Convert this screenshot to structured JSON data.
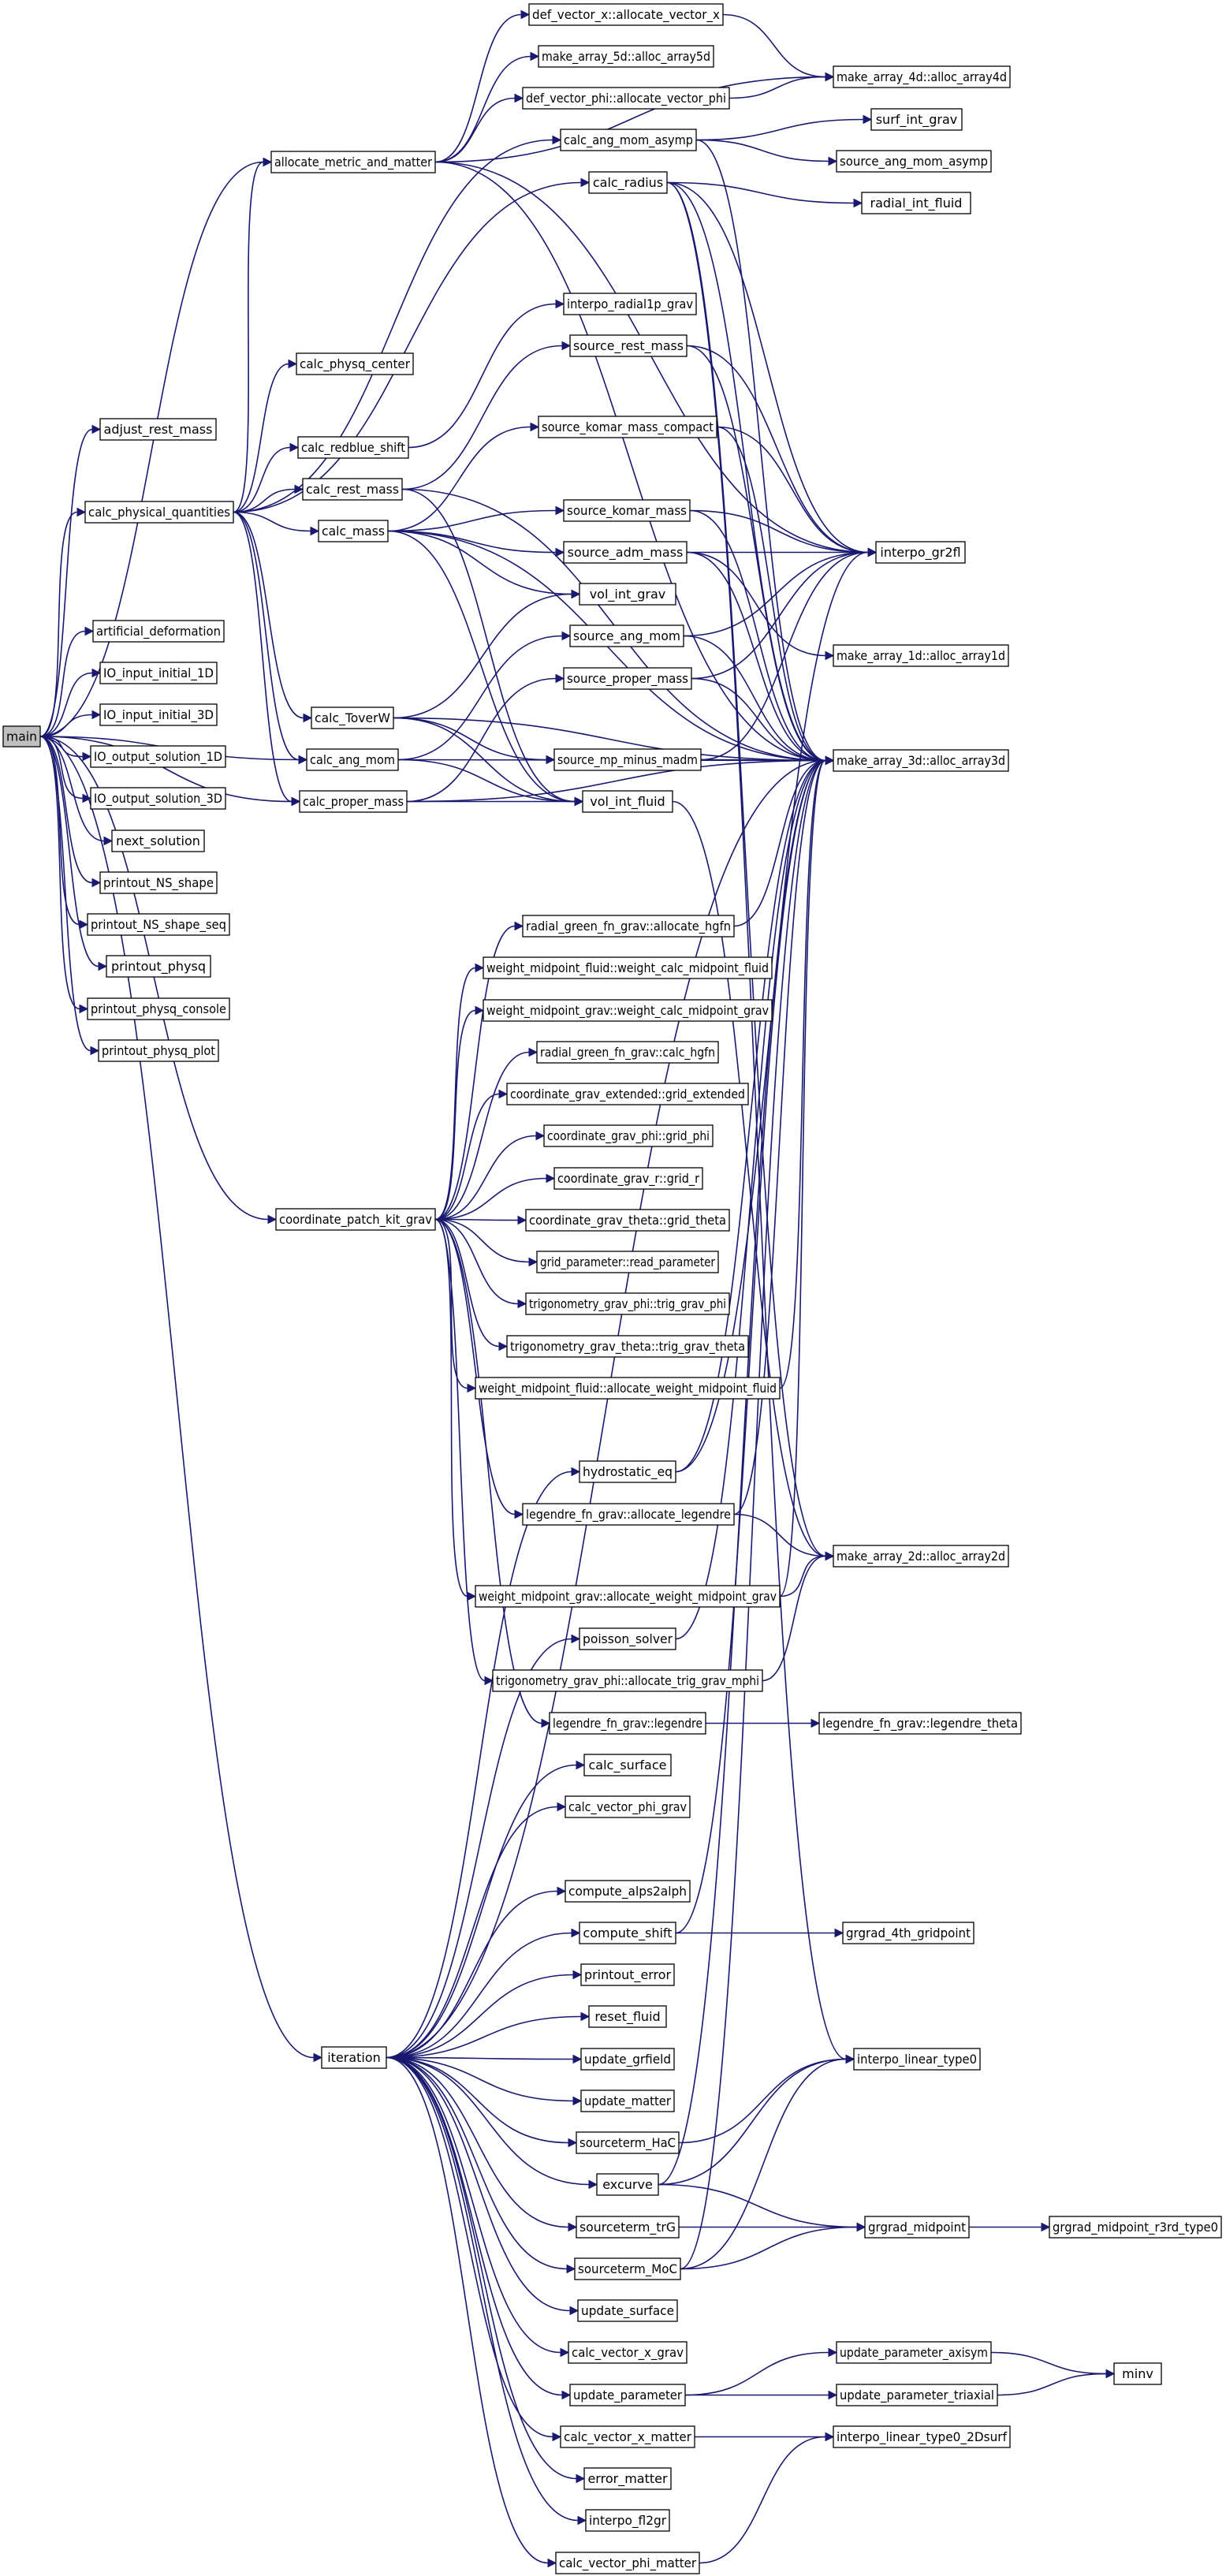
{
  "diagram": {
    "kind": "call-graph",
    "colors": {
      "edge": "#191970",
      "node_border": "#000000",
      "node_fill": "#ffffff",
      "root_fill": "#bfbfbf",
      "background": "#ffffff"
    },
    "nodes": [
      {
        "id": "main",
        "label": "main",
        "root": true
      },
      {
        "id": "adjust_rest_mass",
        "label": "adjust_rest_mass"
      },
      {
        "id": "calc_physical_quantities",
        "label": "calc_physical_quantities"
      },
      {
        "id": "artificial_deformation",
        "label": "artificial_deformation"
      },
      {
        "id": "IO_input_initial_1D",
        "label": "IO_input_initial_1D"
      },
      {
        "id": "IO_input_initial_3D",
        "label": "IO_input_initial_3D"
      },
      {
        "id": "IO_output_solution_1D",
        "label": "IO_output_solution_1D"
      },
      {
        "id": "IO_output_solution_3D",
        "label": "IO_output_solution_3D"
      },
      {
        "id": "next_solution",
        "label": "next_solution"
      },
      {
        "id": "printout_NS_shape",
        "label": "printout_NS_shape"
      },
      {
        "id": "printout_NS_shape_seq",
        "label": "printout_NS_shape_seq"
      },
      {
        "id": "printout_physq",
        "label": "printout_physq"
      },
      {
        "id": "printout_physq_console",
        "label": "printout_physq_console"
      },
      {
        "id": "printout_physq_plot",
        "label": "printout_physq_plot"
      },
      {
        "id": "allocate_metric_and_matter",
        "label": "allocate_metric_and_matter"
      },
      {
        "id": "calc_physq_center",
        "label": "calc_physq_center"
      },
      {
        "id": "calc_redblue_shift",
        "label": "calc_redblue_shift"
      },
      {
        "id": "calc_rest_mass",
        "label": "calc_rest_mass"
      },
      {
        "id": "calc_mass",
        "label": "calc_mass"
      },
      {
        "id": "calc_ToverW",
        "label": "calc_ToverW"
      },
      {
        "id": "calc_ang_mom",
        "label": "calc_ang_mom"
      },
      {
        "id": "calc_proper_mass",
        "label": "calc_proper_mass"
      },
      {
        "id": "coordinate_patch_kit_grav",
        "label": "coordinate_patch_kit_grav"
      },
      {
        "id": "iteration",
        "label": "iteration"
      },
      {
        "id": "def_vector_x",
        "label": "def_vector_x::allocate_vector_x"
      },
      {
        "id": "make_array_5d",
        "label": "make_array_5d::alloc_array5d"
      },
      {
        "id": "def_vector_phi",
        "label": "def_vector_phi::allocate_vector_phi"
      },
      {
        "id": "calc_ang_mom_asymp",
        "label": "calc_ang_mom_asymp"
      },
      {
        "id": "calc_radius",
        "label": "calc_radius"
      },
      {
        "id": "interpo_radial1p_grav",
        "label": "interpo_radial1p_grav"
      },
      {
        "id": "source_rest_mass",
        "label": "source_rest_mass"
      },
      {
        "id": "source_komar_mass_compact",
        "label": "source_komar_mass_compact"
      },
      {
        "id": "source_komar_mass",
        "label": "source_komar_mass"
      },
      {
        "id": "source_adm_mass",
        "label": "source_adm_mass"
      },
      {
        "id": "vol_int_grav",
        "label": "vol_int_grav"
      },
      {
        "id": "source_ang_mom",
        "label": "source_ang_mom"
      },
      {
        "id": "source_proper_mass",
        "label": "source_proper_mass"
      },
      {
        "id": "source_mp_minus_madm",
        "label": "source_mp_minus_madm"
      },
      {
        "id": "vol_int_fluid",
        "label": "vol_int_fluid"
      },
      {
        "id": "make_array_4d",
        "label": "make_array_4d::alloc_array4d"
      },
      {
        "id": "surf_int_grav",
        "label": "surf_int_grav"
      },
      {
        "id": "source_ang_mom_asymp",
        "label": "source_ang_mom_asymp"
      },
      {
        "id": "radial_int_fluid",
        "label": "radial_int_fluid"
      },
      {
        "id": "interpo_gr2fl",
        "label": "interpo_gr2fl"
      },
      {
        "id": "make_array_1d",
        "label": "make_array_1d::alloc_array1d"
      },
      {
        "id": "make_array_3d",
        "label": "make_array_3d::alloc_array3d"
      },
      {
        "id": "rgf_allocate_hgfn",
        "label": "radial_green_fn_grav::allocate_hgfn"
      },
      {
        "id": "wmf_calc",
        "label": "weight_midpoint_fluid::weight_calc_midpoint_fluid"
      },
      {
        "id": "wmg_calc",
        "label": "weight_midpoint_grav::weight_calc_midpoint_grav"
      },
      {
        "id": "rgf_calc_hgfn",
        "label": "radial_green_fn_grav::calc_hgfn"
      },
      {
        "id": "cge_grid",
        "label": "coordinate_grav_extended::grid_extended"
      },
      {
        "id": "cgp_grid",
        "label": "coordinate_grav_phi::grid_phi"
      },
      {
        "id": "cgr_grid",
        "label": "coordinate_grav_r::grid_r"
      },
      {
        "id": "cgt_grid",
        "label": "coordinate_grav_theta::grid_theta"
      },
      {
        "id": "grid_parameter",
        "label": "grid_parameter::read_parameter"
      },
      {
        "id": "tgp_trig",
        "label": "trigonometry_grav_phi::trig_grav_phi"
      },
      {
        "id": "tgt_trig",
        "label": "trigonometry_grav_theta::trig_grav_theta"
      },
      {
        "id": "wmf_alloc",
        "label": "weight_midpoint_fluid::allocate_weight_midpoint_fluid"
      },
      {
        "id": "hydrostatic_eq",
        "label": "hydrostatic_eq"
      },
      {
        "id": "lfg_alloc",
        "label": "legendre_fn_grav::allocate_legendre"
      },
      {
        "id": "wmg_alloc",
        "label": "weight_midpoint_grav::allocate_weight_midpoint_grav"
      },
      {
        "id": "poisson_solver",
        "label": "poisson_solver"
      },
      {
        "id": "tgp_alloc",
        "label": "trigonometry_grav_phi::allocate_trig_grav_mphi"
      },
      {
        "id": "lfg_legendre",
        "label": "legendre_fn_grav::legendre"
      },
      {
        "id": "make_array_2d",
        "label": "make_array_2d::alloc_array2d"
      },
      {
        "id": "lfg_theta",
        "label": "legendre_fn_grav::legendre_theta"
      },
      {
        "id": "calc_surface",
        "label": "calc_surface"
      },
      {
        "id": "calc_vector_phi_grav",
        "label": "calc_vector_phi_grav"
      },
      {
        "id": "compute_alps2alph",
        "label": "compute_alps2alph"
      },
      {
        "id": "compute_shift",
        "label": "compute_shift"
      },
      {
        "id": "printout_error",
        "label": "printout_error"
      },
      {
        "id": "reset_fluid",
        "label": "reset_fluid"
      },
      {
        "id": "update_grfield",
        "label": "update_grfield"
      },
      {
        "id": "update_matter",
        "label": "update_matter"
      },
      {
        "id": "sourceterm_HaC",
        "label": "sourceterm_HaC"
      },
      {
        "id": "excurve",
        "label": "excurve"
      },
      {
        "id": "sourceterm_trG",
        "label": "sourceterm_trG"
      },
      {
        "id": "sourceterm_MoC",
        "label": "sourceterm_MoC"
      },
      {
        "id": "update_surface",
        "label": "update_surface"
      },
      {
        "id": "calc_vector_x_grav",
        "label": "calc_vector_x_grav"
      },
      {
        "id": "update_parameter",
        "label": "update_parameter"
      },
      {
        "id": "calc_vector_x_matter",
        "label": "calc_vector_x_matter"
      },
      {
        "id": "error_matter",
        "label": "error_matter"
      },
      {
        "id": "interpo_fl2gr",
        "label": "interpo_fl2gr"
      },
      {
        "id": "calc_vector_phi_matter",
        "label": "calc_vector_phi_matter"
      },
      {
        "id": "grgrad_4th_gridpoint",
        "label": "grgrad_4th_gridpoint"
      },
      {
        "id": "interpo_linear_type0",
        "label": "interpo_linear_type0"
      },
      {
        "id": "grgrad_midpoint",
        "label": "grgrad_midpoint"
      },
      {
        "id": "grgrad_midpoint_r3rd_type0",
        "label": "grgrad_midpoint_r3rd_type0"
      },
      {
        "id": "update_parameter_axisym",
        "label": "update_parameter_axisym"
      },
      {
        "id": "update_parameter_triaxial",
        "label": "update_parameter_triaxial"
      },
      {
        "id": "minv",
        "label": "minv"
      },
      {
        "id": "interpo_linear_type0_2Dsurf",
        "label": "interpo_linear_type0_2Dsurf"
      }
    ],
    "edges": [
      [
        "main",
        "adjust_rest_mass"
      ],
      [
        "main",
        "calc_physical_quantities"
      ],
      [
        "main",
        "artificial_deformation"
      ],
      [
        "main",
        "IO_input_initial_1D"
      ],
      [
        "main",
        "IO_input_initial_3D"
      ],
      [
        "main",
        "IO_output_solution_1D"
      ],
      [
        "main",
        "IO_output_solution_3D"
      ],
      [
        "main",
        "next_solution"
      ],
      [
        "main",
        "printout_NS_shape"
      ],
      [
        "main",
        "printout_NS_shape_seq"
      ],
      [
        "main",
        "printout_physq"
      ],
      [
        "main",
        "printout_physq_console"
      ],
      [
        "main",
        "printout_physq_plot"
      ],
      [
        "main",
        "allocate_metric_and_matter"
      ],
      [
        "main",
        "calc_ang_mom"
      ],
      [
        "main",
        "calc_proper_mass"
      ],
      [
        "main",
        "coordinate_patch_kit_grav"
      ],
      [
        "main",
        "iteration"
      ],
      [
        "calc_physical_quantities",
        "calc_physq_center"
      ],
      [
        "calc_physical_quantities",
        "calc_redblue_shift"
      ],
      [
        "calc_physical_quantities",
        "calc_rest_mass"
      ],
      [
        "calc_physical_quantities",
        "calc_mass"
      ],
      [
        "calc_physical_quantities",
        "calc_ToverW"
      ],
      [
        "calc_physical_quantities",
        "calc_ang_mom"
      ],
      [
        "calc_physical_quantities",
        "calc_proper_mass"
      ],
      [
        "calc_physical_quantities",
        "allocate_metric_and_matter"
      ],
      [
        "calc_physical_quantities",
        "calc_ang_mom_asymp"
      ],
      [
        "calc_physical_quantities",
        "calc_radius"
      ],
      [
        "allocate_metric_and_matter",
        "def_vector_x"
      ],
      [
        "allocate_metric_and_matter",
        "make_array_5d"
      ],
      [
        "allocate_metric_and_matter",
        "def_vector_phi"
      ],
      [
        "allocate_metric_and_matter",
        "make_array_4d"
      ],
      [
        "allocate_metric_and_matter",
        "make_array_3d"
      ],
      [
        "allocate_metric_and_matter",
        "interpo_gr2fl"
      ],
      [
        "def_vector_x",
        "make_array_4d"
      ],
      [
        "def_vector_phi",
        "make_array_4d"
      ],
      [
        "calc_ang_mom_asymp",
        "surf_int_grav"
      ],
      [
        "calc_ang_mom_asymp",
        "source_ang_mom_asymp"
      ],
      [
        "calc_ang_mom_asymp",
        "make_array_3d"
      ],
      [
        "calc_radius",
        "radial_int_fluid"
      ],
      [
        "calc_radius",
        "interpo_gr2fl"
      ],
      [
        "calc_radius",
        "make_array_3d"
      ],
      [
        "calc_radius",
        "make_array_2d"
      ],
      [
        "calc_radius",
        "interpo_linear_type0"
      ],
      [
        "calc_redblue_shift",
        "interpo_radial1p_grav"
      ],
      [
        "calc_rest_mass",
        "source_rest_mass"
      ],
      [
        "calc_rest_mass",
        "vol_int_fluid"
      ],
      [
        "calc_rest_mass",
        "make_array_3d"
      ],
      [
        "calc_mass",
        "source_komar_mass_compact"
      ],
      [
        "calc_mass",
        "source_komar_mass"
      ],
      [
        "calc_mass",
        "source_adm_mass"
      ],
      [
        "calc_mass",
        "vol_int_grav"
      ],
      [
        "calc_mass",
        "vol_int_fluid"
      ],
      [
        "calc_mass",
        "make_array_3d"
      ],
      [
        "source_rest_mass",
        "interpo_gr2fl"
      ],
      [
        "source_rest_mass",
        "make_array_3d"
      ],
      [
        "source_komar_mass_compact",
        "interpo_gr2fl"
      ],
      [
        "source_komar_mass_compact",
        "make_array_3d"
      ],
      [
        "source_komar_mass",
        "interpo_gr2fl"
      ],
      [
        "source_komar_mass",
        "make_array_3d"
      ],
      [
        "source_adm_mass",
        "interpo_gr2fl"
      ],
      [
        "source_adm_mass",
        "make_array_3d"
      ],
      [
        "source_adm_mass",
        "make_array_1d"
      ],
      [
        "calc_ToverW",
        "vol_int_grav"
      ],
      [
        "calc_ToverW",
        "source_mp_minus_madm"
      ],
      [
        "calc_ToverW",
        "vol_int_fluid"
      ],
      [
        "calc_ToverW",
        "make_array_3d"
      ],
      [
        "calc_ang_mom",
        "source_ang_mom"
      ],
      [
        "calc_ang_mom",
        "vol_int_fluid"
      ],
      [
        "calc_ang_mom",
        "make_array_3d"
      ],
      [
        "calc_proper_mass",
        "source_proper_mass"
      ],
      [
        "calc_proper_mass",
        "vol_int_fluid"
      ],
      [
        "calc_proper_mass",
        "make_array_3d"
      ],
      [
        "source_ang_mom",
        "interpo_gr2fl"
      ],
      [
        "source_ang_mom",
        "make_array_3d"
      ],
      [
        "source_proper_mass",
        "interpo_gr2fl"
      ],
      [
        "source_proper_mass",
        "make_array_3d"
      ],
      [
        "source_mp_minus_madm",
        "interpo_gr2fl"
      ],
      [
        "source_mp_minus_madm",
        "make_array_3d"
      ],
      [
        "vol_int_fluid",
        "make_array_2d"
      ],
      [
        "coordinate_patch_kit_grav",
        "rgf_allocate_hgfn"
      ],
      [
        "coordinate_patch_kit_grav",
        "wmf_calc"
      ],
      [
        "coordinate_patch_kit_grav",
        "wmg_calc"
      ],
      [
        "coordinate_patch_kit_grav",
        "rgf_calc_hgfn"
      ],
      [
        "coordinate_patch_kit_grav",
        "cge_grid"
      ],
      [
        "coordinate_patch_kit_grav",
        "cgp_grid"
      ],
      [
        "coordinate_patch_kit_grav",
        "cgr_grid"
      ],
      [
        "coordinate_patch_kit_grav",
        "cgt_grid"
      ],
      [
        "coordinate_patch_kit_grav",
        "grid_parameter"
      ],
      [
        "coordinate_patch_kit_grav",
        "tgp_trig"
      ],
      [
        "coordinate_patch_kit_grav",
        "tgt_trig"
      ],
      [
        "coordinate_patch_kit_grav",
        "wmf_alloc"
      ],
      [
        "coordinate_patch_kit_grav",
        "lfg_alloc"
      ],
      [
        "coordinate_patch_kit_grav",
        "wmg_alloc"
      ],
      [
        "coordinate_patch_kit_grav",
        "tgp_alloc"
      ],
      [
        "coordinate_patch_kit_grav",
        "lfg_legendre"
      ],
      [
        "rgf_allocate_hgfn",
        "make_array_3d"
      ],
      [
        "wmf_alloc",
        "make_array_3d"
      ],
      [
        "lfg_alloc",
        "make_array_2d"
      ],
      [
        "lfg_alloc",
        "make_array_3d"
      ],
      [
        "wmg_alloc",
        "make_array_2d"
      ],
      [
        "wmg_alloc",
        "make_array_3d"
      ],
      [
        "tgp_alloc",
        "make_array_2d"
      ],
      [
        "lfg_legendre",
        "lfg_theta"
      ],
      [
        "iteration",
        "hydrostatic_eq"
      ],
      [
        "iteration",
        "poisson_solver"
      ],
      [
        "iteration",
        "calc_surface"
      ],
      [
        "iteration",
        "calc_vector_phi_grav"
      ],
      [
        "iteration",
        "compute_alps2alph"
      ],
      [
        "iteration",
        "compute_shift"
      ],
      [
        "iteration",
        "printout_error"
      ],
      [
        "iteration",
        "reset_fluid"
      ],
      [
        "iteration",
        "update_grfield"
      ],
      [
        "iteration",
        "update_matter"
      ],
      [
        "iteration",
        "sourceterm_HaC"
      ],
      [
        "iteration",
        "excurve"
      ],
      [
        "iteration",
        "sourceterm_trG"
      ],
      [
        "iteration",
        "sourceterm_MoC"
      ],
      [
        "iteration",
        "update_surface"
      ],
      [
        "iteration",
        "calc_vector_x_grav"
      ],
      [
        "iteration",
        "update_parameter"
      ],
      [
        "iteration",
        "calc_vector_x_matter"
      ],
      [
        "iteration",
        "error_matter"
      ],
      [
        "iteration",
        "interpo_fl2gr"
      ],
      [
        "iteration",
        "calc_vector_phi_matter"
      ],
      [
        "iteration",
        "make_array_3d"
      ],
      [
        "hydrostatic_eq",
        "interpo_gr2fl"
      ],
      [
        "hydrostatic_eq",
        "make_array_3d"
      ],
      [
        "poisson_solver",
        "make_array_3d"
      ],
      [
        "compute_shift",
        "grgrad_4th_gridpoint"
      ],
      [
        "compute_shift",
        "make_array_3d"
      ],
      [
        "sourceterm_HaC",
        "interpo_linear_type0"
      ],
      [
        "excurve",
        "interpo_linear_type0"
      ],
      [
        "excurve",
        "grgrad_midpoint"
      ],
      [
        "excurve",
        "make_array_3d"
      ],
      [
        "sourceterm_trG",
        "grgrad_midpoint"
      ],
      [
        "sourceterm_MoC",
        "interpo_linear_type0"
      ],
      [
        "sourceterm_MoC",
        "grgrad_midpoint"
      ],
      [
        "sourceterm_MoC",
        "make_array_3d"
      ],
      [
        "grgrad_midpoint",
        "grgrad_midpoint_r3rd_type0"
      ],
      [
        "update_parameter",
        "update_parameter_axisym"
      ],
      [
        "update_parameter",
        "update_parameter_triaxial"
      ],
      [
        "update_parameter_axisym",
        "minv"
      ],
      [
        "update_parameter_triaxial",
        "minv"
      ],
      [
        "calc_vector_x_matter",
        "interpo_linear_type0_2Dsurf"
      ],
      [
        "calc_vector_phi_matter",
        "interpo_linear_type0_2Dsurf"
      ]
    ]
  }
}
